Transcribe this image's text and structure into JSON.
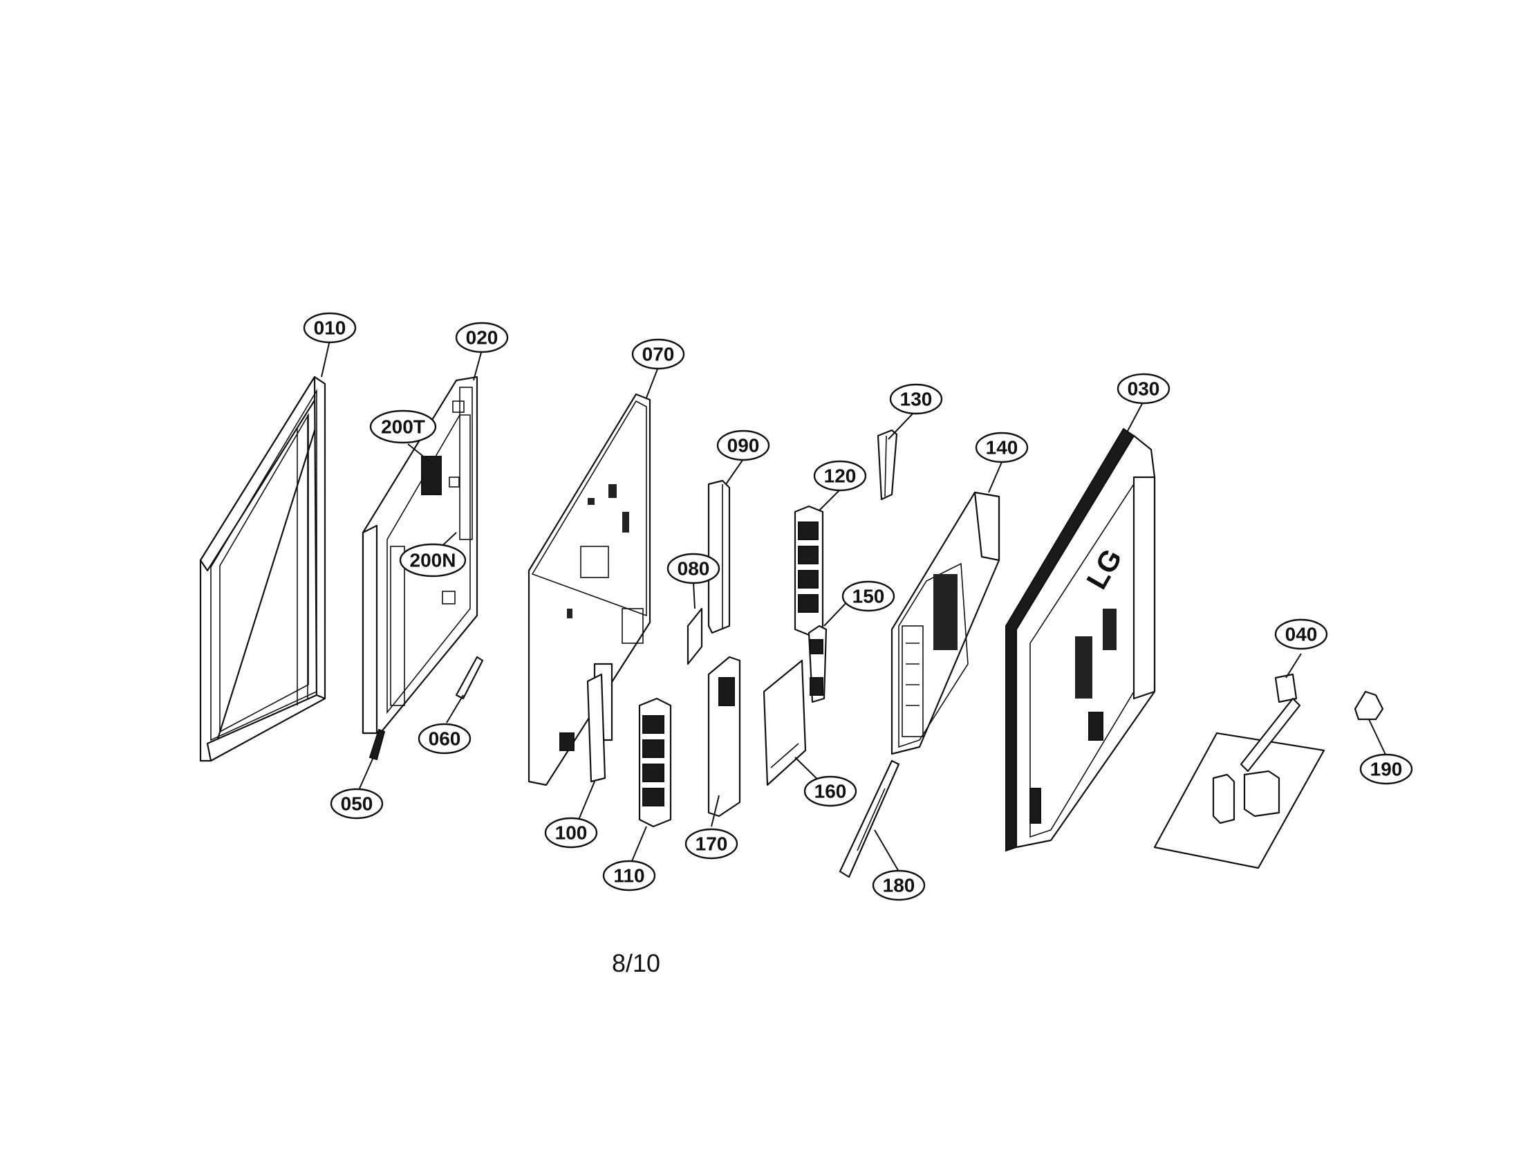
{
  "page": {
    "number": "8/10"
  },
  "callouts": {
    "c010": "010",
    "c020": "020",
    "c030": "030",
    "c040": "040",
    "c050": "050",
    "c060": "060",
    "c070": "070",
    "c080": "080",
    "c090": "090",
    "c100": "100",
    "c110": "110",
    "c120": "120",
    "c130": "130",
    "c140": "140",
    "c150": "150",
    "c160": "160",
    "c170": "170",
    "c180": "180",
    "c190": "190",
    "c200T": "200T",
    "c200N": "200N"
  },
  "logo_text": "LG"
}
